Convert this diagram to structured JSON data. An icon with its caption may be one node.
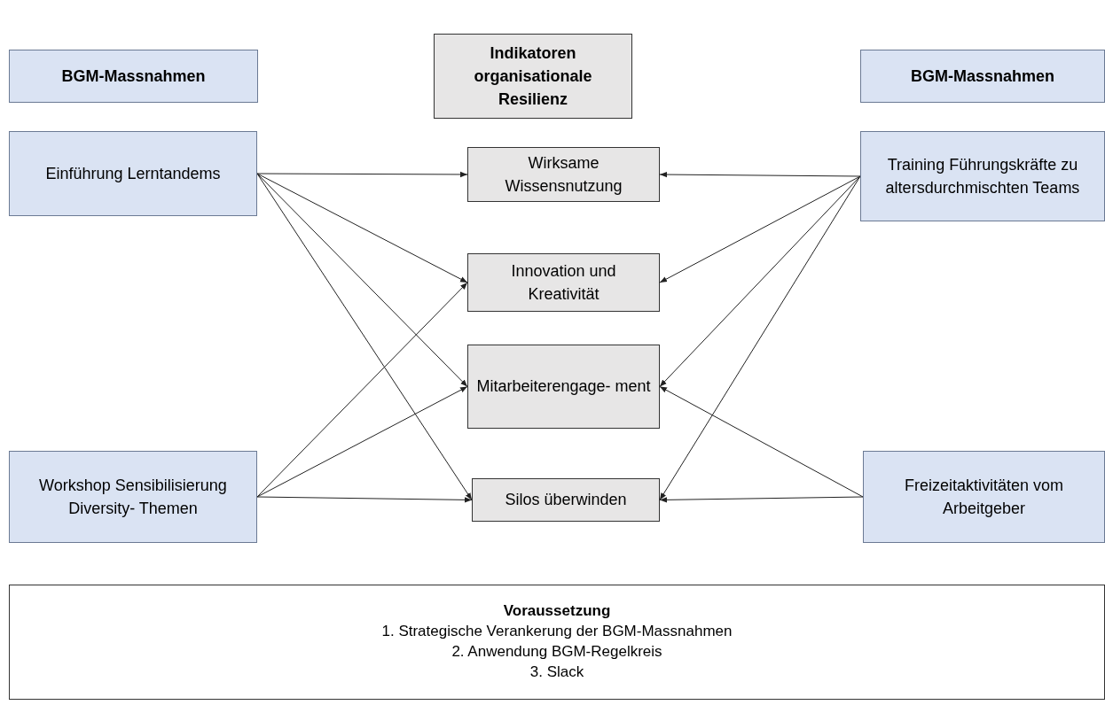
{
  "diagram": {
    "nodes": [
      {
        "text": [
          "BGM-Massnahmen"
        ]
      },
      {
        "text": [
          "Indikatoren organisationale Resilienz"
        ]
      },
      {
        "text": [
          "BGM-Massnahmen"
        ]
      },
      {
        "text": [
          "Einführung Lerntandems"
        ]
      },
      {
        "text": [
          "Wirksame Wissensnutzung"
        ]
      },
      {
        "text": [
          "Training Führungskräfte zu altersdurchmischten Teams"
        ]
      },
      {
        "text": [
          "Innovation und Kreativität"
        ]
      },
      {
        "text": [
          "Mitarbeiterengage- ment"
        ]
      },
      {
        "text": [
          "Workshop Sensibilisierung Diversity- Themen"
        ]
      },
      {
        "text": [
          "Silos überwinden"
        ]
      },
      {
        "text": [
          "Freizeitaktivitäten vom Arbeitgeber"
        ]
      },
      {
        "text": [
          "Voraussetzung",
          "1. Strategische Verankerung der BGM-Massnahmen",
          "2. Anwendung BGM-Regelkreis",
          "3. Slack"
        ]
      }
    ],
    "edges": [
      {
        "from": 3,
        "to": 4,
        "arrow": "to"
      },
      {
        "from": 3,
        "to": 6,
        "arrow": "to"
      },
      {
        "from": 3,
        "to": 7,
        "arrow": "to"
      },
      {
        "from": 3,
        "to": 9,
        "arrow": "to"
      },
      {
        "from": 5,
        "to": 4,
        "arrow": "to"
      },
      {
        "from": 5,
        "to": 6,
        "arrow": "to"
      },
      {
        "from": 5,
        "to": 7,
        "arrow": "to"
      },
      {
        "from": 5,
        "to": 9,
        "arrow": "to"
      },
      {
        "from": 8,
        "to": 6,
        "arrow": "to"
      },
      {
        "from": 8,
        "to": 7,
        "arrow": "to"
      },
      {
        "from": 8,
        "to": 9,
        "arrow": "to"
      },
      {
        "from": 10,
        "to": 7,
        "arrow": "to"
      },
      {
        "from": 10,
        "to": 9,
        "arrow": "to"
      }
    ]
  }
}
